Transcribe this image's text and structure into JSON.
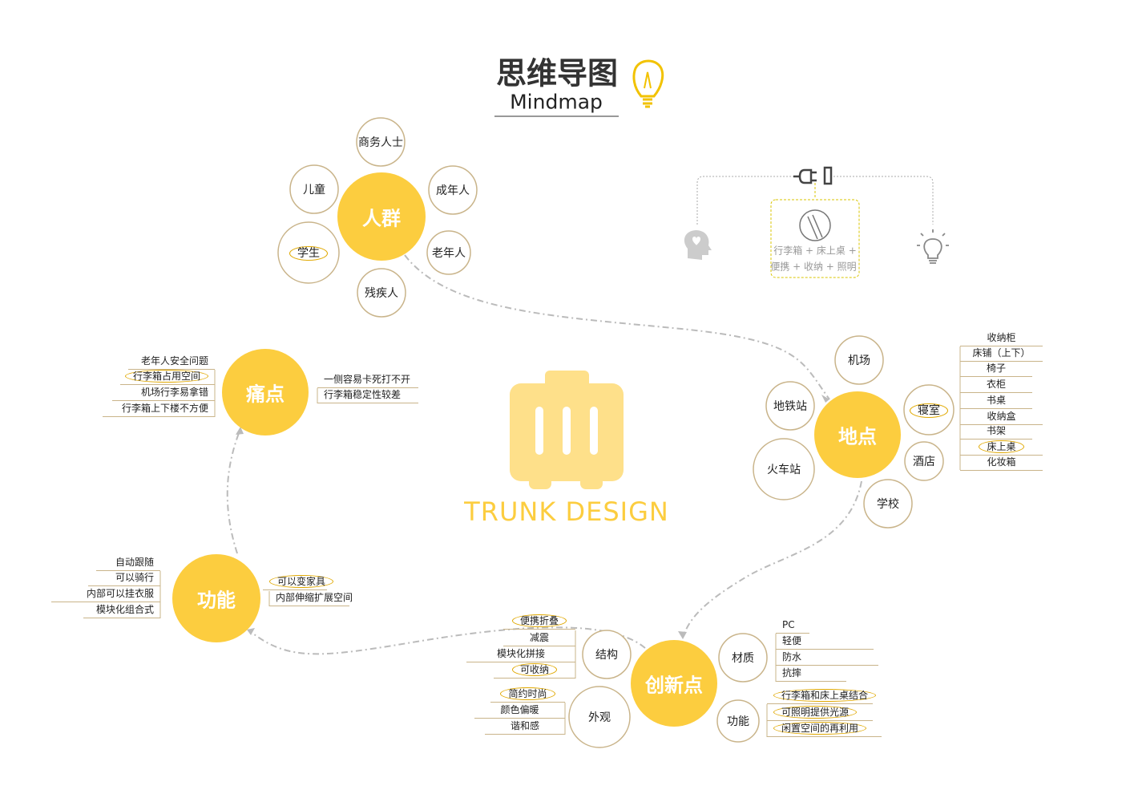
{
  "header": {
    "title": "思维导图",
    "subtitle": "Mindmap"
  },
  "center": {
    "brand": "TRUNK DESIGN"
  },
  "concept": {
    "line1": "行李箱 + 床上桌 +",
    "line2": "便携 + 收纳 + 照明"
  },
  "colors": {
    "accent": "#FCCD3F",
    "highlight": "#E0A800",
    "node_border": "#c9b48a"
  },
  "crowd": {
    "label": "人群",
    "items": [
      "商务人士",
      "儿童",
      "成年人",
      "学生",
      "老年人",
      "残疾人"
    ]
  },
  "place": {
    "label": "地点",
    "items": [
      "机场",
      "地铁站",
      "火车站",
      "寝室",
      "酒店",
      "学校"
    ],
    "dorm_items": [
      "收纳柜",
      "床铺（上下）",
      "椅子",
      "衣柜",
      "书桌",
      "收纳盒",
      "书架",
      "床上桌",
      "化妆箱"
    ]
  },
  "pain": {
    "label": "痛点",
    "left": [
      "老年人安全问题",
      "行李箱占用空间",
      "机场行李易拿错",
      "行李箱上下楼不方便"
    ],
    "right": [
      "一侧容易卡死打不开",
      "行李箱稳定性较差"
    ]
  },
  "func": {
    "label": "功能",
    "left": [
      "自动跟随",
      "可以骑行",
      "内部可以挂衣服",
      "模块化组合式"
    ],
    "right": [
      "可以变家具",
      "内部伸缩扩展空间"
    ]
  },
  "innov": {
    "label": "创新点",
    "structure": {
      "label": "结构",
      "items": [
        "便携折叠",
        "减震",
        "模块化拼接",
        "可收纳"
      ]
    },
    "look": {
      "label": "外观",
      "items": [
        "简约时尚",
        "颜色偏暖",
        "谐和感"
      ]
    },
    "material": {
      "label": "材质",
      "items": [
        "PC",
        "轻便",
        "防水",
        "抗摔"
      ]
    },
    "function": {
      "label": "功能",
      "items": [
        "行李箱和床上桌结合",
        "可照明提供光源",
        "闲置空间的再利用"
      ]
    }
  }
}
